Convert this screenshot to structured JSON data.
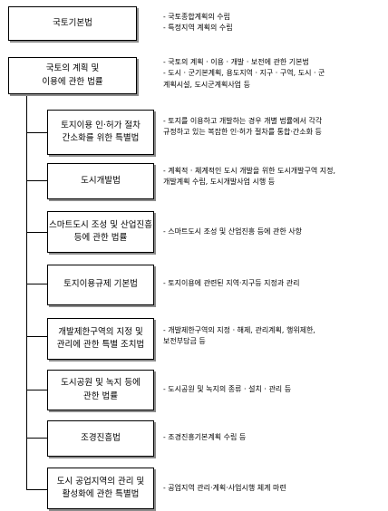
{
  "laws": [
    {
      "id": "national-land-basic-act",
      "name": "국토기본법",
      "desc": "- 국토종합계획의 수립\n- 특정지역 계획의 수립"
    },
    {
      "id": "national-land-planning-act",
      "name": "국토의 계획 및\n이용에 관한 법률",
      "desc": "- 국토의 계획 · 이용 · 개발 · 보전에 관한 기본법\n- 도시 · 군기본계획, 용도지역 · 지구 · 구역, 도시 · 군\n  계획시설, 도시군계획사업 등"
    },
    {
      "id": "land-use-permit-simplification-act",
      "name": "토지이용 인·허가 절차\n간소화를 위한 특별법",
      "desc": "- 토지를 이용하고 개발하는 경우 개별 법률에서 각각\n  규정하고 있는 복잡한 인·허가 절차를 통합·간소화 등"
    },
    {
      "id": "urban-development-act",
      "name": "도시개발법",
      "desc": "- 계획적 · 체계적인 도시 개발을 위한 도시개발구역 지정,\n  개발계획 수립, 도시개발사업 시행 등"
    },
    {
      "id": "smart-city-act",
      "name": "스마트도시 조성 및 산업진흥\n등에 관한 법률",
      "desc": "- 스마트도시 조성 및 산업진흥 등에 관한 사항"
    },
    {
      "id": "land-use-regulation-act",
      "name": "토지이용규제 기본법",
      "desc": "- 토지이용에 관련된 지역·지구등 지정과 관리"
    },
    {
      "id": "development-restriction-zone-act",
      "name": "개발제한구역의 지정 및\n관리에 관한 특별 조치법",
      "desc": "- 개발제한구역의 지정 · 해제, 관리계획, 행위제한,\n  보전부담금 등"
    },
    {
      "id": "urban-parks-act",
      "name": "도시공원 및 녹지 등에\n관한 법률",
      "desc": "- 도시공원 및 녹지의 종류 · 설치 · 관리 등"
    },
    {
      "id": "landscape-promotion-act",
      "name": "조경진흥법",
      "desc": "- 조경진흥기본계획 수립 등"
    },
    {
      "id": "industrial-zone-act",
      "name": "도시 공업지역의 관리 및\n활성화에 관한 특별법",
      "desc": "- 공업지역 관리·계획·사업시행 체계 마련"
    }
  ]
}
